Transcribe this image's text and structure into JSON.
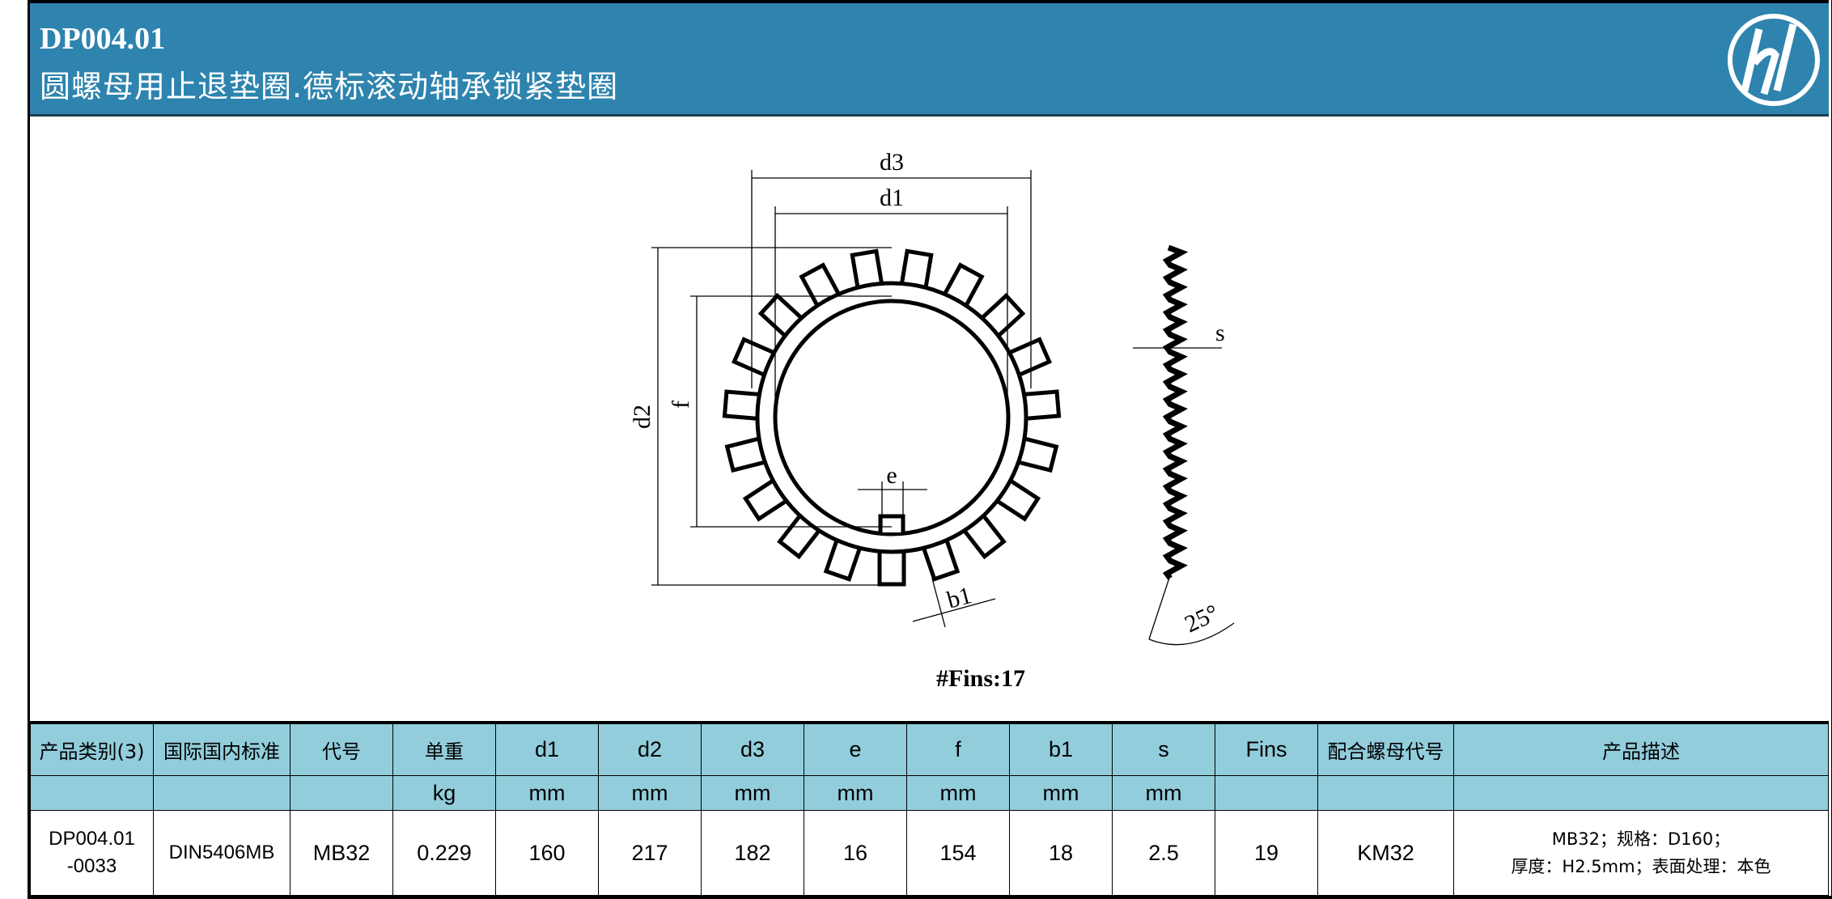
{
  "header": {
    "code": "DP004.01",
    "title": "圆螺母用止退垫圈.德标滚动轴承锁紧垫圈",
    "bg_color": "#2E84AE",
    "logo": "hl-circle-logo"
  },
  "drawing": {
    "labels": {
      "d3": "d3",
      "d1": "d1",
      "d2": "d2",
      "f": "f",
      "e": "e",
      "b1": "b1",
      "s": "s",
      "angle": "25°"
    },
    "fins_note": "#Fins:17",
    "tab_count_drawn": 19
  },
  "table": {
    "header_color": "#92CDDC",
    "headers": [
      "产品类别(3)",
      "国际国内标准",
      "代号",
      "单重",
      "d1",
      "d2",
      "d3",
      "e",
      "f",
      "b1",
      "s",
      "Fins",
      "配合螺母代号",
      "产品描述"
    ],
    "units": [
      "",
      "",
      "",
      "kg",
      "mm",
      "mm",
      "mm",
      "mm",
      "mm",
      "mm",
      "mm",
      "",
      "",
      ""
    ],
    "row": {
      "category_line1": "DP004.01",
      "category_line2": "-0033",
      "standard": "DIN5406MB",
      "code": "MB32",
      "weight": "0.229",
      "d1": "160",
      "d2": "217",
      "d3": "182",
      "e": "16",
      "f": "154",
      "b1": "18",
      "s": "2.5",
      "fins": "19",
      "nut": "KM32",
      "desc_line1": "MB32；规格：D160；",
      "desc_line2": "厚度：H2.5mm；表面处理：本色"
    }
  }
}
